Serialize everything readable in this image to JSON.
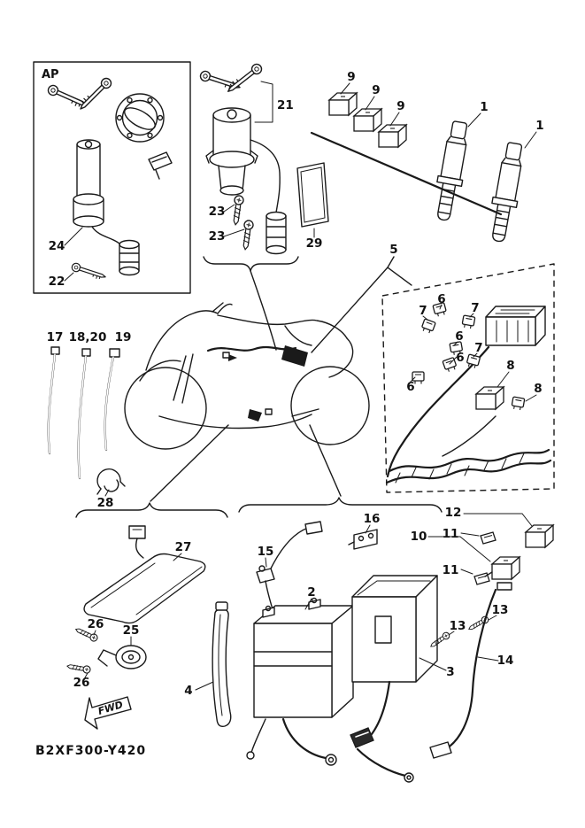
{
  "colors": {
    "ink": "#1a1a1a",
    "paper": "#ffffff"
  },
  "labels": {
    "ap_box": "AP",
    "fwd_arrow": "FWD",
    "drawing_code": "B2XF300-Y420"
  },
  "callouts": {
    "c1a": "1",
    "c1b": "1",
    "c2": "2",
    "c3": "3",
    "c4": "4",
    "c5": "5",
    "c6a": "6",
    "c6b": "6",
    "c6c": "6",
    "c6d": "6",
    "c7a": "7",
    "c7b": "7",
    "c7c": "7",
    "c8a": "8",
    "c8b": "8",
    "c9a": "9",
    "c9b": "9",
    "c9c": "9",
    "c10": "10",
    "c11a": "11",
    "c11b": "11",
    "c12": "12",
    "c13a": "13",
    "c13b": "13",
    "c14": "14",
    "c15": "15",
    "c16": "16",
    "c17": "17",
    "c18_20": "18,20",
    "c19": "19",
    "c21": "21",
    "c22": "22",
    "c23a": "23",
    "c23b": "23",
    "c24": "24",
    "c25": "25",
    "c26a": "26",
    "c26b": "26",
    "c27": "27",
    "c28": "28",
    "c29": "29"
  }
}
